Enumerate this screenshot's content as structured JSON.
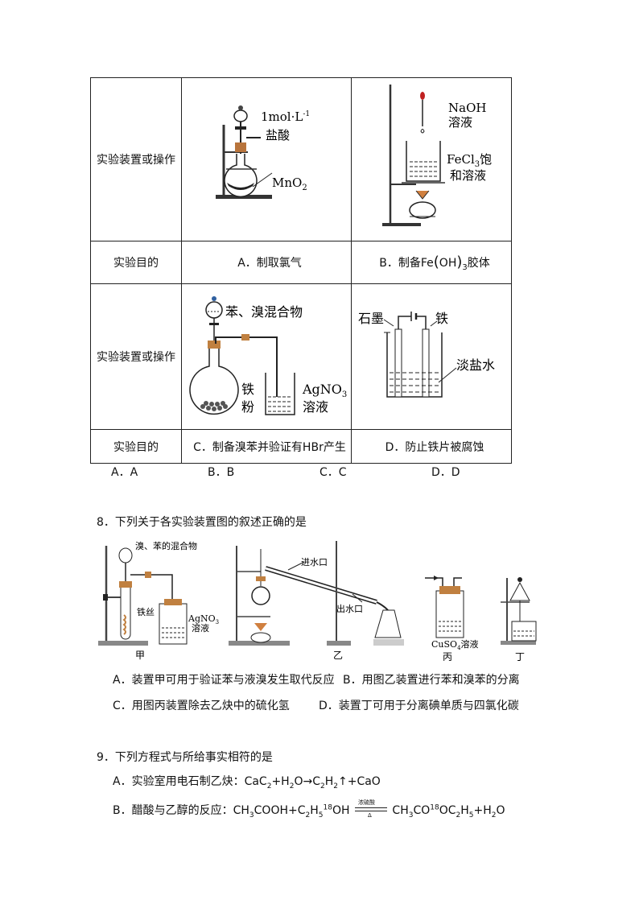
{
  "q7": {
    "row_label_setup": "实验装置或操作",
    "row_label_purpose": "实验目的",
    "a_conc": "1mol·L",
    "a_conc_sup": "-1",
    "a_acid": "盐酸",
    "a_mno2": "MnO",
    "a_mno2_sub": "2",
    "b_naoh": "NaOH",
    "b_naoh_sol": "溶液",
    "b_fecl3": "FeCl",
    "b_fecl3_sub": "3",
    "b_fecl3_tail": "饱",
    "b_sat": "和溶液",
    "purpose_a": "A．制取氯气",
    "purpose_b_pre": "B．制备Fe",
    "purpose_b_mid": "OH",
    "purpose_b_sub": "3",
    "purpose_b_post": "胶体",
    "c_mixture": "苯、溴混合物",
    "c_iron": "铁",
    "c_powder": "粉",
    "c_agno3": "AgNO",
    "c_agno3_sub": "3",
    "c_sol": "溶液",
    "d_graphite": "石墨",
    "d_iron": "铁",
    "d_brine": "淡盐水",
    "purpose_c": "C．制备溴苯并验证有HBr产生",
    "purpose_d": "D．防止铁片被腐蚀",
    "answers": [
      "A．A",
      "B．B",
      "C．C",
      "D．D"
    ]
  },
  "q8": {
    "stem": "8．下列关于各实验装置图的叙述正确的是",
    "fig_mixture": "溴、苯的混合物",
    "fig_iron_wire": "铁丝",
    "fig_agno3": "AgNO",
    "fig_agno3_sub": "3",
    "fig_sol": "溶液",
    "fig_inlet": "进水口",
    "fig_outlet": "出水口",
    "fig_cuso4": "CuSO",
    "fig_cuso4_sub": "4",
    "fig_cuso4_tail": "溶液",
    "label_jia": "甲",
    "label_yi": "乙",
    "label_bing": "丙",
    "label_ding": "丁",
    "opt_a": "A．装置甲可用于验证苯与液溴发生取代反应",
    "opt_b": "B．用图乙装置进行苯和溴苯的分离",
    "opt_c": "C．用图丙装置除去乙炔中的硫化氢",
    "opt_d": "D．装置丁可用于分离碘单质与四氯化碳"
  },
  "q9": {
    "stem": "9．下列方程式与所给事实相符的是",
    "a_pre": "A．实验室用电石制乙炔：CaC",
    "a_eq": "+H",
    "a_mid": "O→C",
    "a_mid2": "H",
    "a_post": "↑+CaO",
    "b_pre": "B．醋酸与乙醇的反应：CH",
    "b_p1": "COOH+C",
    "b_p2": "H",
    "b_iso": "18",
    "b_p3": "OH",
    "b_cond_top": "浓硫酸",
    "b_cond_bot": "Δ",
    "b_r1": "CH",
    "b_r2": "CO",
    "b_r3": "OC",
    "b_r4": "H",
    "b_r5": "+H",
    "b_r6": "O",
    "sub2": "2",
    "sub3": "3",
    "sub5": "5"
  }
}
